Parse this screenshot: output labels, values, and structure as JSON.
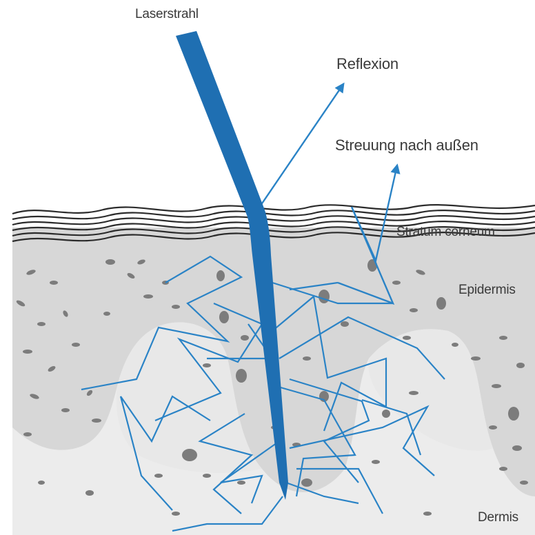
{
  "labels": {
    "laser": "Laserstrahl",
    "reflexion": "Reflexion",
    "streuung": "Streuung nach außen",
    "stratum": "Stratum corneum",
    "epidermis": "Epidermis",
    "dermis": "Dermis"
  },
  "colors": {
    "beam": "#1f6fb2",
    "scatter": "#2a83c6",
    "dermis": "#ececec",
    "epidermis": "#d7d7d7",
    "cell": "#7c7c7c",
    "corneum": "#2b2b2b"
  }
}
